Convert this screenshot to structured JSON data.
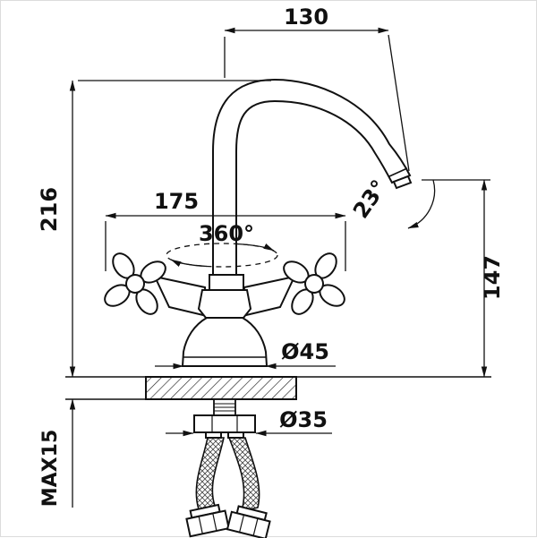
{
  "colors": {
    "ink": "#111111",
    "background": "#ffffff"
  },
  "drawing": {
    "labels": {
      "spout_reach": "130",
      "overall_height": "216",
      "handle_span": "175",
      "swivel_range": "360°",
      "spout_tilt": "23°",
      "spout_height": "147",
      "base_diameter": "Ø45",
      "mounting_diameter": "Ø35",
      "max_deck_thickness": "MAX15"
    }
  }
}
